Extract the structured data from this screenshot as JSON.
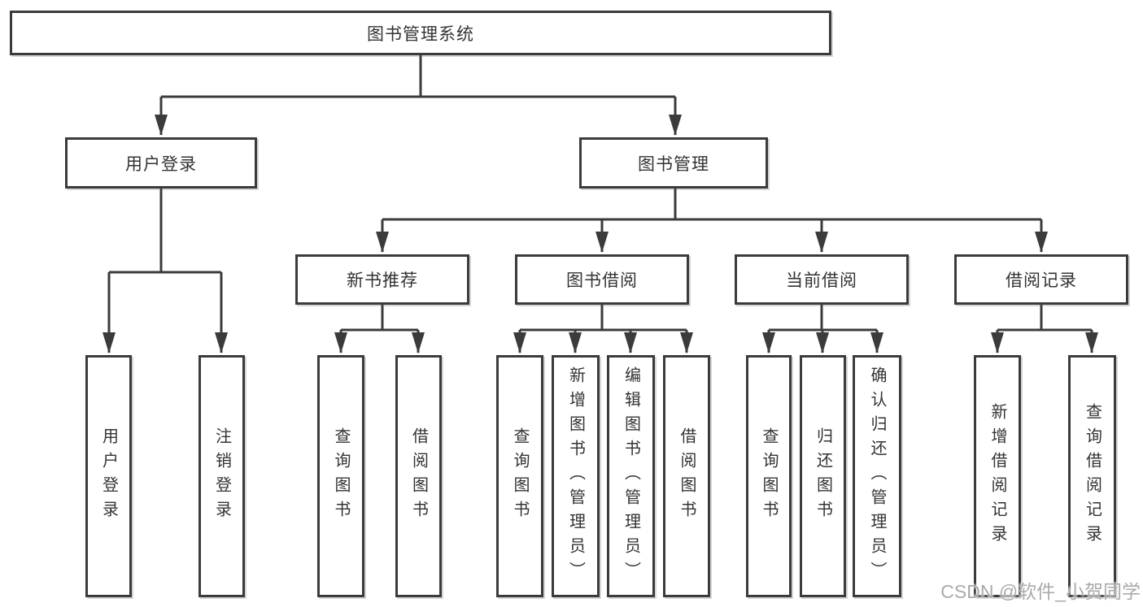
{
  "diagram": {
    "root": {
      "label": "图书管理系统"
    },
    "branches": [
      {
        "label": "用户登录",
        "children": [
          "用户登录",
          "注销登录"
        ]
      },
      {
        "label": "图书管理",
        "children": [
          {
            "label": "新书推荐",
            "children": [
              "查询图书",
              "借阅图书"
            ]
          },
          {
            "label": "图书借阅",
            "children": [
              "查询图书",
              "新增图书（管理员）",
              "编辑图书（管理员）",
              "借阅图书"
            ]
          },
          {
            "label": "当前借阅",
            "children": [
              "查询图书",
              "归还图书",
              "确认归还（管理员）"
            ]
          },
          {
            "label": "借阅记录",
            "children": [
              "新增借阅记录",
              "查询借阅记录"
            ]
          }
        ]
      }
    ]
  },
  "watermark": "CSDN @软件_小贺同学",
  "colors": {
    "line": "#3b3b3b",
    "box-border": "#3b3b3b",
    "text": "#333333",
    "watermark": "#aaaaaa",
    "background": "#ffffff"
  }
}
